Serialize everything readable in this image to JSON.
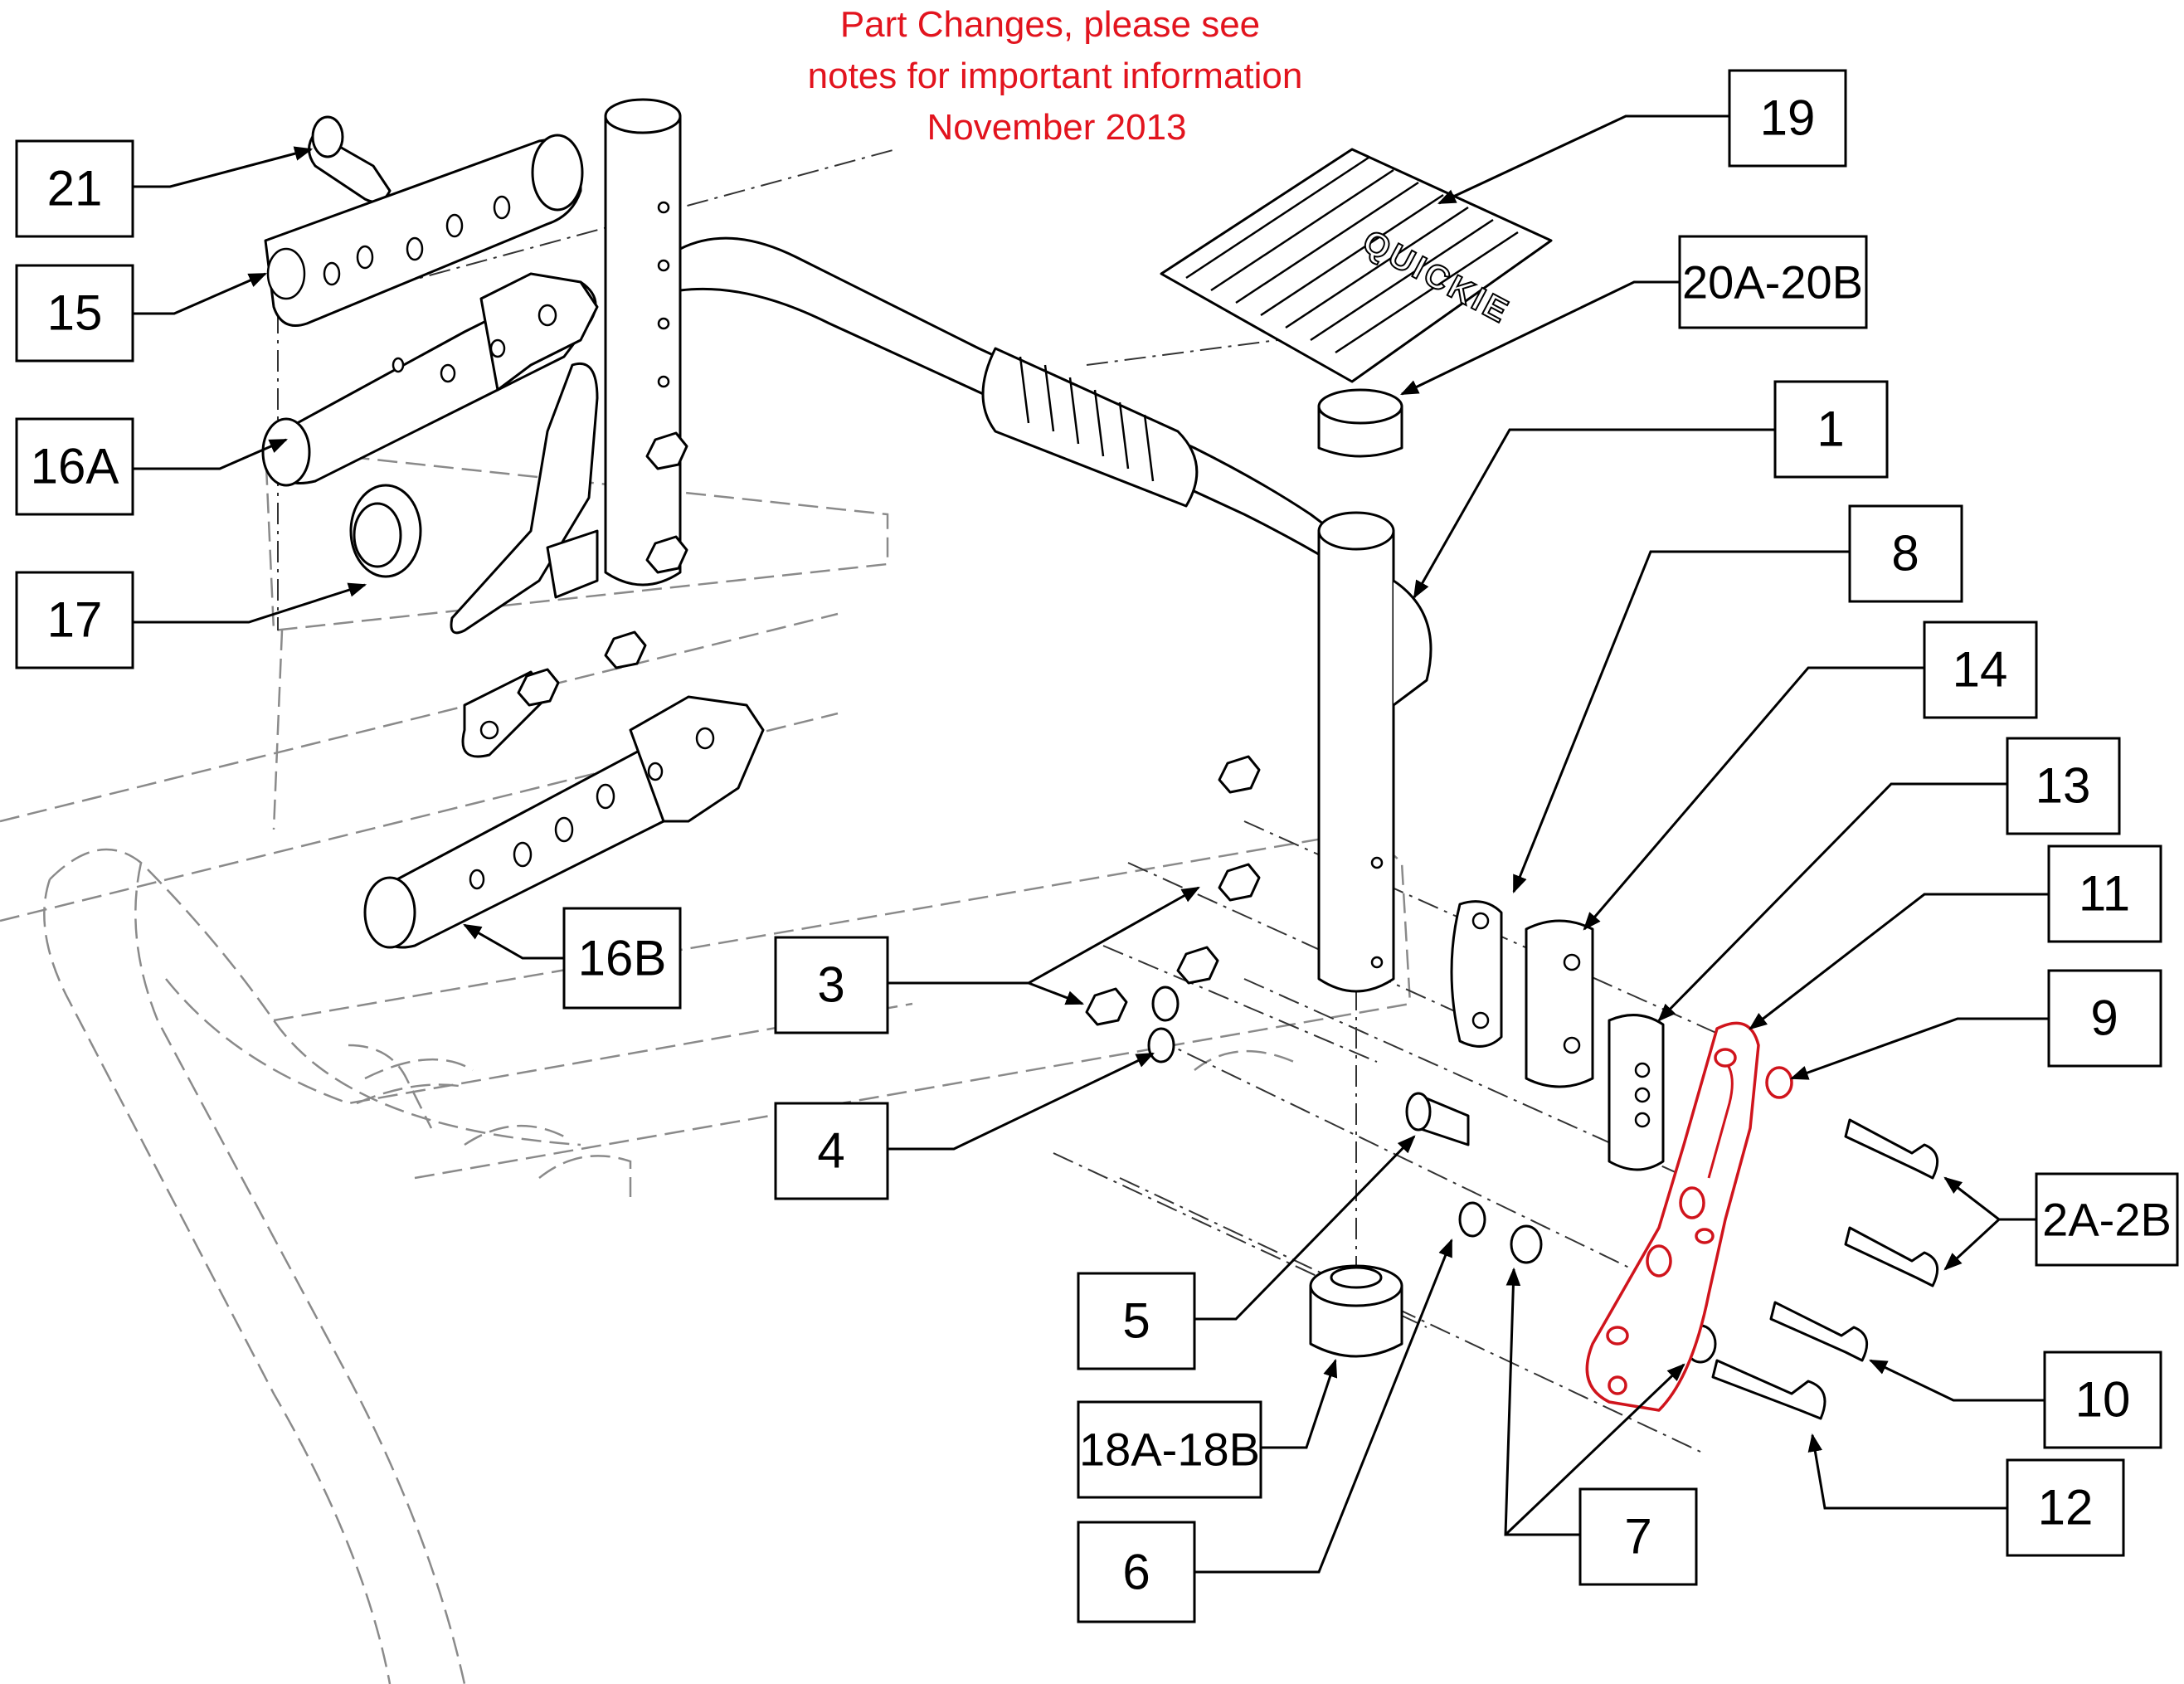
{
  "notice": {
    "lines": [
      "Part Changes, please see",
      "notes for important information",
      "November 2013"
    ],
    "color": "#e2141e"
  },
  "brand_text": "QUICKIE",
  "highlight_color": "#d0141c",
  "callouts": [
    {
      "id": "21",
      "label": "21"
    },
    {
      "id": "15",
      "label": "15"
    },
    {
      "id": "16a",
      "label": "16A"
    },
    {
      "id": "17",
      "label": "17"
    },
    {
      "id": "16b",
      "label": "16B"
    },
    {
      "id": "3",
      "label": "3"
    },
    {
      "id": "4",
      "label": "4"
    },
    {
      "id": "5",
      "label": "5"
    },
    {
      "id": "18",
      "label": "18A-18B"
    },
    {
      "id": "6",
      "label": "6"
    },
    {
      "id": "7",
      "label": "7"
    },
    {
      "id": "19",
      "label": "19"
    },
    {
      "id": "20",
      "label": "20A-20B"
    },
    {
      "id": "1",
      "label": "1"
    },
    {
      "id": "8",
      "label": "8"
    },
    {
      "id": "14",
      "label": "14"
    },
    {
      "id": "13",
      "label": "13"
    },
    {
      "id": "11",
      "label": "11"
    },
    {
      "id": "9",
      "label": "9"
    },
    {
      "id": "2",
      "label": "2A-2B"
    },
    {
      "id": "10",
      "label": "10"
    },
    {
      "id": "12",
      "label": "12"
    }
  ]
}
